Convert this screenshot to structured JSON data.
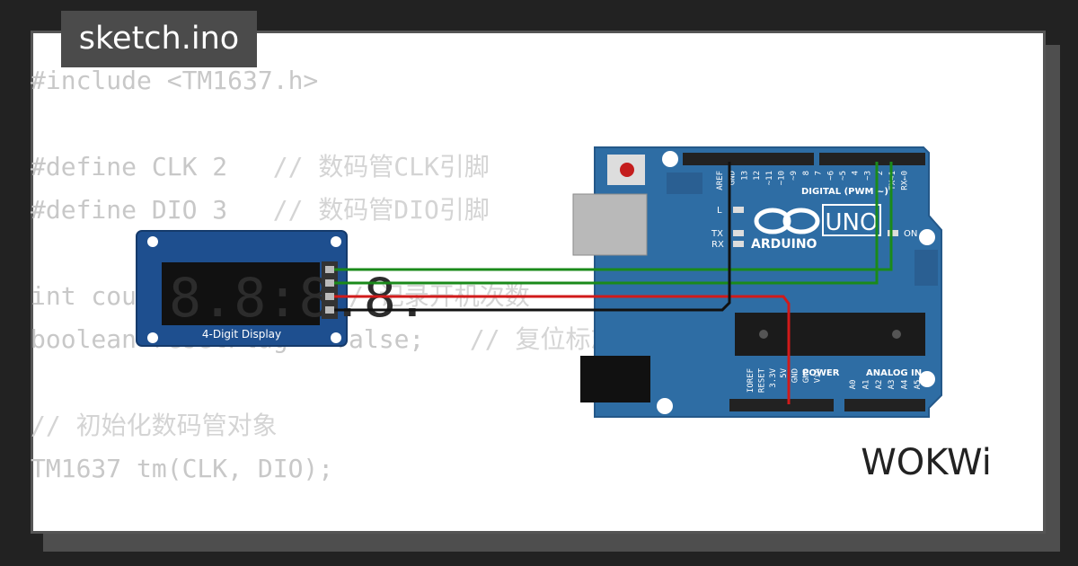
{
  "file": {
    "title": "sketch.ino"
  },
  "code": {
    "lines": [
      {
        "text": "#include <TM1637.h>",
        "comment": ""
      },
      {
        "text": "",
        "comment": ""
      },
      {
        "text": "#define CLK 2   ",
        "comment": "// 数码管CLK引脚"
      },
      {
        "text": "#define DIO 3   ",
        "comment": "// 数码管DIO引脚"
      },
      {
        "text": "",
        "comment": ""
      },
      {
        "text": "int count = 0;      ",
        "comment": "// 记录开机次数"
      },
      {
        "text": "boolean resetFlag = false;   ",
        "comment": "// 复位标志"
      },
      {
        "text": "",
        "comment": ""
      },
      {
        "text": "",
        "comment": "// 初始化数码管对象"
      },
      {
        "text": "TM1637 tm(CLK, DIO);",
        "comment": ""
      }
    ]
  },
  "display_module": {
    "label": "4-Digit Display",
    "digits": "8.8:8.8."
  },
  "arduino": {
    "brand": "ARDUINO",
    "model": "UNO",
    "digital_label": "DIGITAL (PWM ~)",
    "power_label": "POWER",
    "analog_label": "ANALOG IN",
    "on_label": "ON",
    "led_labels": [
      "L",
      "TX",
      "RX"
    ],
    "top_pins": [
      "AREF",
      "GND",
      "13",
      "12",
      "~11",
      "~10",
      "~9",
      "8",
      "7",
      "~6",
      "~5",
      "4",
      "~3",
      "2",
      "TX→1",
      "RX←0"
    ],
    "power_pins": [
      "IOREF",
      "RESET",
      "3.3V",
      "5V",
      "GND",
      "GND",
      "Vin"
    ],
    "analog_pins": [
      "A0",
      "A1",
      "A2",
      "A3",
      "A4",
      "A5"
    ]
  },
  "wires": [
    {
      "name": "clk",
      "color": "#1a8a1a"
    },
    {
      "name": "dio",
      "color": "#1a8a1a"
    },
    {
      "name": "vcc",
      "color": "#d11a1a"
    },
    {
      "name": "gnd",
      "color": "#111111"
    }
  ],
  "brand": {
    "logo": "WOKWi"
  },
  "colors": {
    "board": "#2e6da4",
    "module": "#1e4f8f",
    "segment": "#1b1b1b"
  }
}
